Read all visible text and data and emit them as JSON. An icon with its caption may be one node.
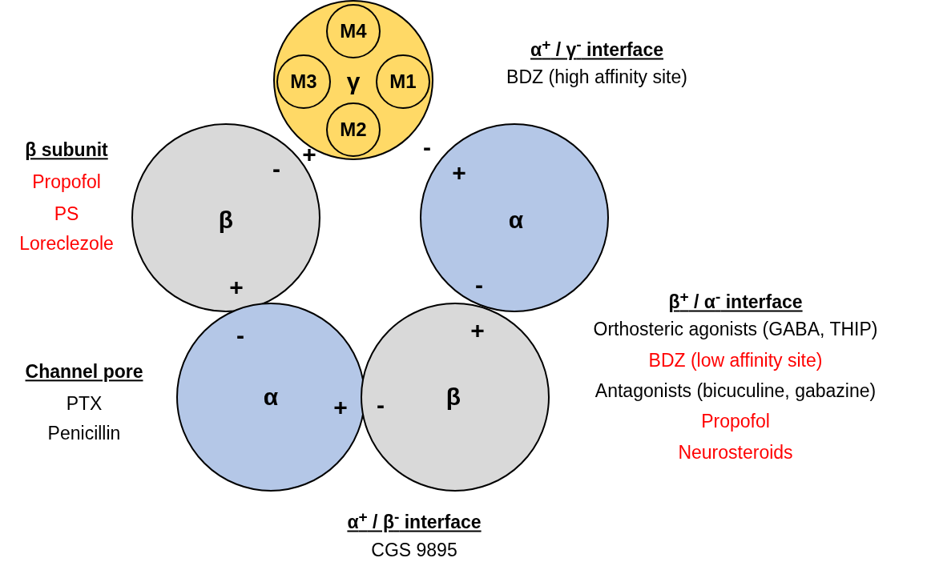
{
  "diagram": {
    "nodes": [
      {
        "text": [
          "γ"
        ]
      },
      {
        "text": [
          "M4"
        ],
        "in": 0
      },
      {
        "text": [
          "M3"
        ],
        "in": 0
      },
      {
        "text": [
          "M1"
        ],
        "in": 0
      },
      {
        "text": [
          "M2"
        ],
        "in": 0
      },
      {
        "text": [
          "β"
        ]
      },
      {
        "text": [
          "α"
        ]
      },
      {
        "text": [
          "α"
        ]
      },
      {
        "text": [
          "β"
        ]
      }
    ],
    "edges": [],
    "labels": [
      "α$^{+}$ / γ$^{-}$ interface",
      "BDZ (high affinity site)",
      "-",
      "β subunit",
      "+",
      "-",
      "+",
      "Propofol",
      "PS",
      "Loreclezole",
      "-",
      "+",
      "β$^{+}$ / α$^{-}$ interface",
      "Orthosteric agonists (GABA, THIP)",
      "+",
      "-",
      "BDZ (low affinity site)",
      "Channel pore",
      "Antagonists (bicuculine, gabazine)",
      "PTX",
      "-",
      "+",
      "Propofol",
      "Penicillin",
      "Neurosteroids",
      "α$^{+}$ / β$^{-}$ interface",
      "CGS 9895"
    ]
  }
}
